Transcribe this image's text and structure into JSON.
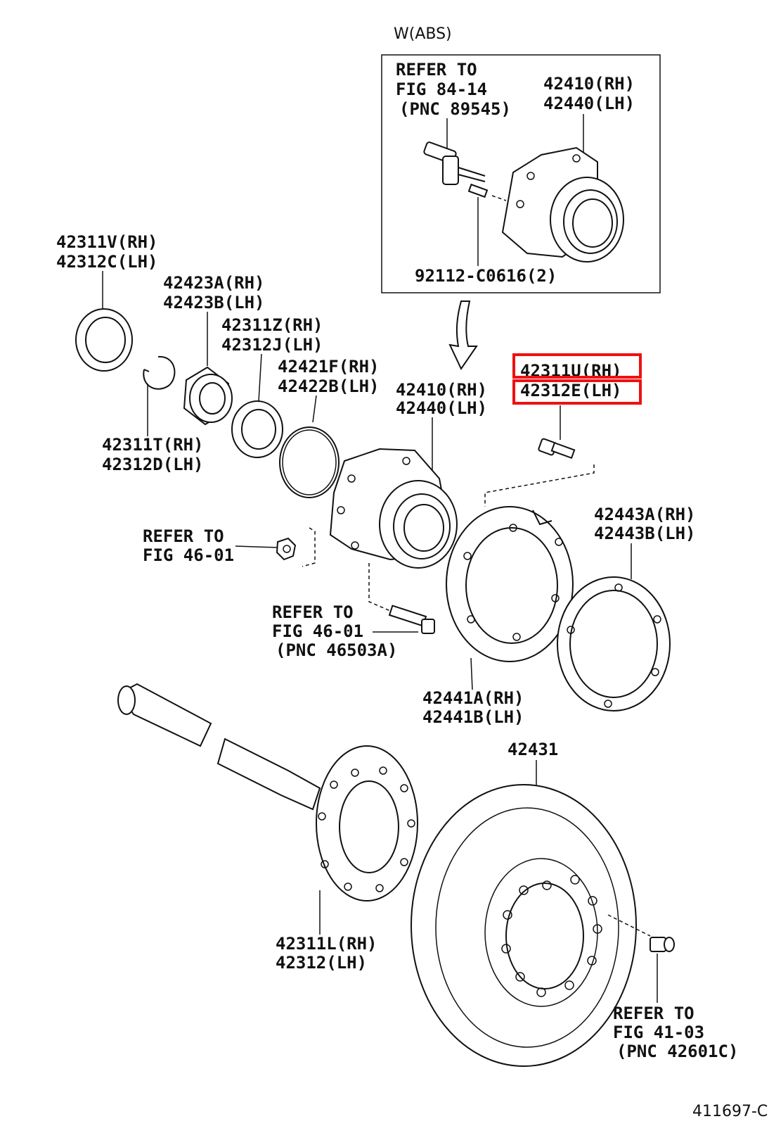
{
  "diagram_id": "411697-C",
  "abs_caption": "W(ABS)",
  "inset": {
    "refer": [
      "REFER TO",
      "FIG 84-14",
      "(PNC 89545)"
    ],
    "hub": [
      "42410(RH)",
      "42440(LH)"
    ],
    "bolt": "92112-C0616(2)"
  },
  "parts": {
    "seal_outer": [
      "42311V(RH)",
      "42312C(LH)"
    ],
    "bearing": [
      "42423A(RH)",
      "42423B(LH)"
    ],
    "seal_inner": [
      "42311Z(RH)",
      "42312J(LH)"
    ],
    "oring": [
      "42421F(RH)",
      "42422B(LH)"
    ],
    "hub": [
      "42410(RH)",
      "42440(LH)"
    ],
    "snap_ring": [
      "42311T(RH)",
      "42312D(LH)"
    ],
    "highlighted_bolt": [
      "42311U(RH)",
      "42312E(LH)"
    ],
    "gasket": [
      "42443A(RH)",
      "42443B(LH)"
    ],
    "backing_plate": [
      "42441A(RH)",
      "42441B(LH)"
    ],
    "disc": "42431",
    "axle_shaft": [
      "42311L(RH)",
      "42312(LH)"
    ]
  },
  "refs": {
    "nut": [
      "REFER TO",
      "FIG 46-01"
    ],
    "bolt": [
      "REFER TO",
      "FIG 46-01",
      "(PNC 46503A)"
    ],
    "hub_nut": [
      "REFER TO",
      "FIG 41-03",
      "(PNC 42601C)"
    ]
  },
  "colors": {
    "ink": "#111111",
    "highlight": "#ee1111",
    "background": "#ffffff"
  }
}
